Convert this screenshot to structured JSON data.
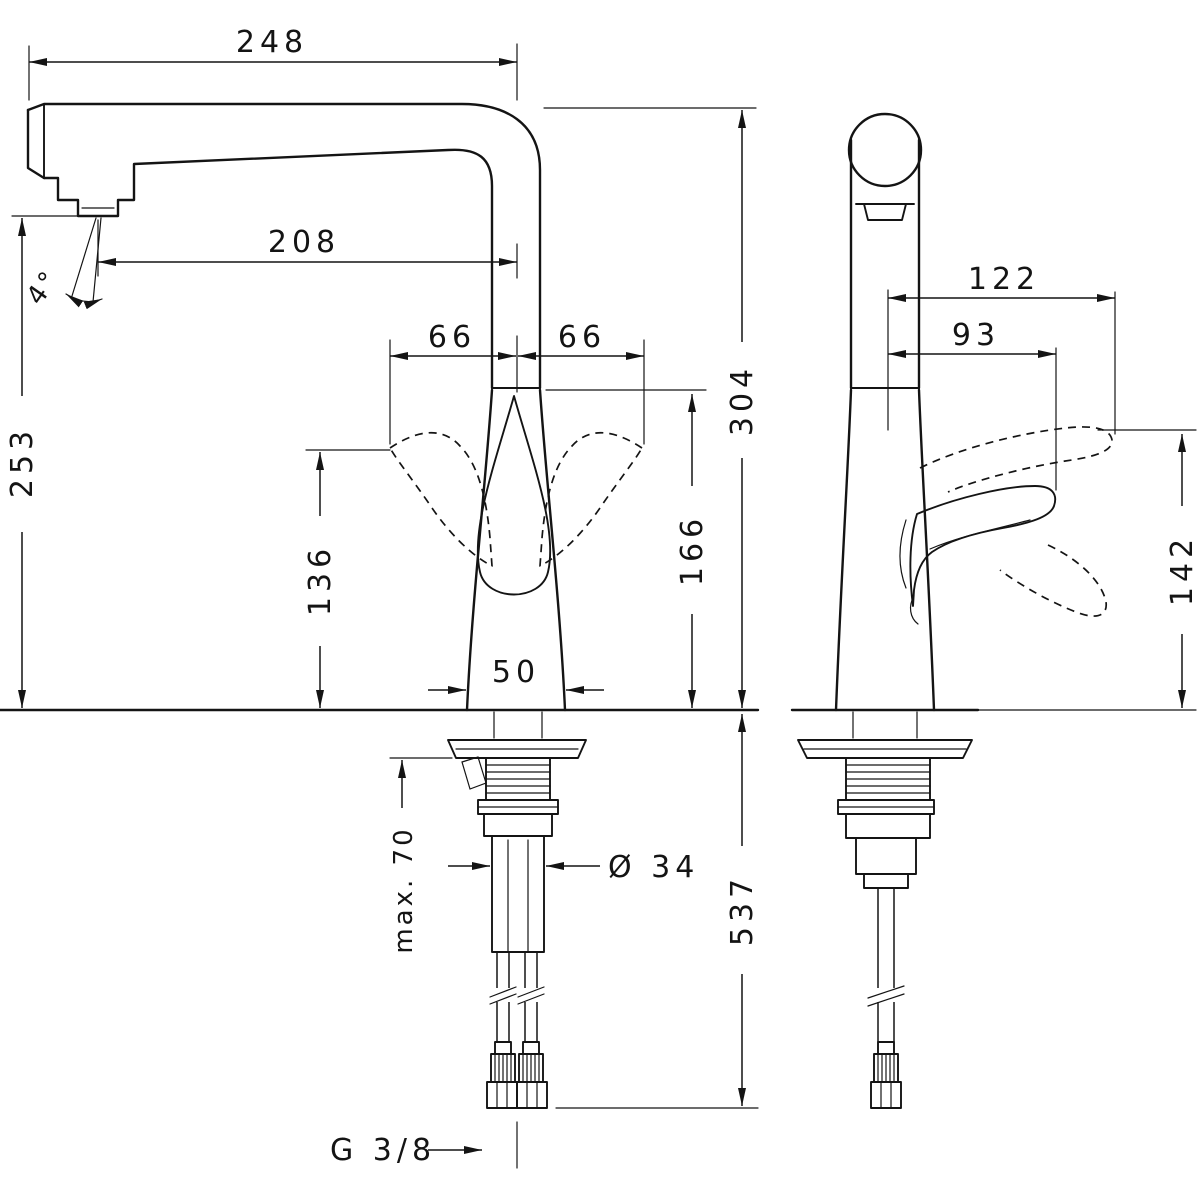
{
  "drawing": {
    "colors": {
      "line": "#141414",
      "background": "#ffffff"
    },
    "side_view": {
      "spout_reach_overall": "248",
      "spout_reach_aerator": "208",
      "swivel_left": "66",
      "swivel_right": "66",
      "height_aerator_to_deck": "253",
      "height_spout_top": "304",
      "height_handle": "136",
      "height_body": "166",
      "base_width": "50",
      "spray_angle": "4°",
      "max_counter_thickness": "max. 70",
      "shank_diameter": "Ø 34",
      "below_deck_length": "537",
      "hose_thread": "G 3/8"
    },
    "front_view": {
      "handle_reach_max": "122",
      "handle_reach": "93",
      "handle_height": "142"
    }
  }
}
